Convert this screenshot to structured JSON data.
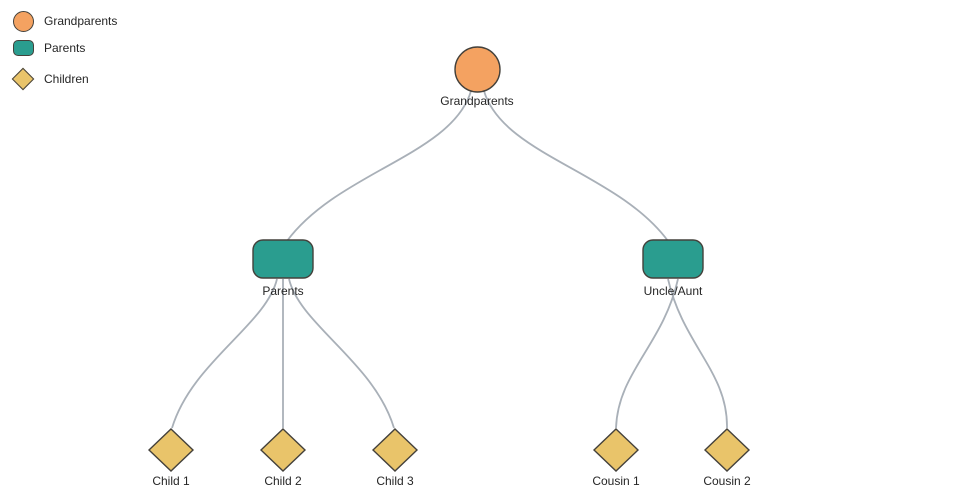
{
  "colors": {
    "grandparents-fill": "#F4A261",
    "parents-fill": "#2A9D8F",
    "children-fill": "#E9C46A",
    "node-stroke": "#44413B",
    "edge-stroke": "#A9B0B8",
    "label-color": "#262626",
    "background": "#FFFFFF"
  },
  "legend": {
    "items": [
      {
        "label": "Grandparents",
        "shape": "circle",
        "color": "#F4A261"
      },
      {
        "label": "Parents",
        "shape": "rounded-rect",
        "color": "#2A9D8F"
      },
      {
        "label": "Children",
        "shape": "diamond",
        "color": "#E9C46A"
      }
    ]
  },
  "tree": {
    "type": "family-tree",
    "nodes": {
      "grandparents": {
        "label": "Grandparents",
        "shape": "circle",
        "color": "#F4A261"
      },
      "parents": {
        "label": "Parents",
        "shape": "rounded-rect",
        "color": "#2A9D8F"
      },
      "uncle_aunt": {
        "label": "Uncle/Aunt",
        "shape": "rounded-rect",
        "color": "#2A9D8F"
      },
      "child1": {
        "label": "Child 1",
        "shape": "diamond",
        "color": "#E9C46A"
      },
      "child2": {
        "label": "Child 2",
        "shape": "diamond",
        "color": "#E9C46A"
      },
      "child3": {
        "label": "Child 3",
        "shape": "diamond",
        "color": "#E9C46A"
      },
      "cousin1": {
        "label": "Cousin 1",
        "shape": "diamond",
        "color": "#E9C46A"
      },
      "cousin2": {
        "label": "Cousin 2",
        "shape": "diamond",
        "color": "#E9C46A"
      }
    },
    "edges": [
      {
        "from": "Grandparents",
        "to": "Parents"
      },
      {
        "from": "Grandparents",
        "to": "Uncle/Aunt"
      },
      {
        "from": "Parents",
        "to": "Child 1"
      },
      {
        "from": "Parents",
        "to": "Child 2"
      },
      {
        "from": "Parents",
        "to": "Child 3"
      },
      {
        "from": "Uncle/Aunt",
        "to": "Cousin 1"
      },
      {
        "from": "Uncle/Aunt",
        "to": "Cousin 2"
      }
    ]
  }
}
